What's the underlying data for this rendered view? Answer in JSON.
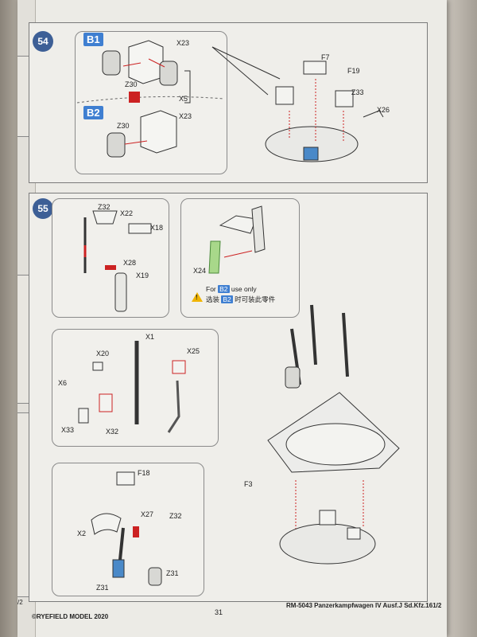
{
  "page_number": "31",
  "footer": {
    "copyright": "©RYEFIELD MODEL 2020",
    "product": "RM-5043 Panzerkampfwagen IV Ausf.J Sd.Kfz.161/2",
    "left_edge_num": "/2"
  },
  "step54": {
    "number": "54",
    "variant_b1": "B1",
    "variant_b2": "B2",
    "labels": {
      "x23_top": "X23",
      "z30_top": "Z30",
      "x5": "X5",
      "x23_bottom": "X23",
      "z30_bottom": "Z30",
      "f7": "F7",
      "f19": "F19",
      "z33": "Z33",
      "x26": "X26"
    }
  },
  "step55": {
    "number": "55",
    "box1": {
      "z32": "Z32",
      "x22": "X22",
      "x18": "X18",
      "x28": "X28",
      "x19": "X19"
    },
    "box2": {
      "x24": "X24",
      "note_en_prefix": "For",
      "note_chip": "B2",
      "note_en_suffix": "use only",
      "note_cn_prefix": "选装",
      "note_cn_suffix": "时可装此零件",
      "warn_symbol": "!"
    },
    "box3": {
      "x1": "X1",
      "x20": "X20",
      "x25": "X25",
      "x6": "X6",
      "x33": "X33",
      "x32": "X32"
    },
    "box4": {
      "f18": "F18",
      "x27": "X27",
      "z32": "Z32",
      "x2": "X2",
      "z31_right": "Z31",
      "z31_left": "Z31"
    },
    "main": {
      "f3": "F3"
    }
  }
}
